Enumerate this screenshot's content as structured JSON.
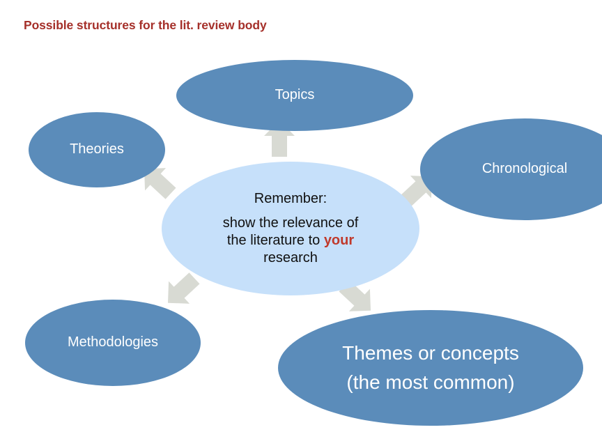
{
  "slide": {
    "title": "Possible structures for the lit. review body",
    "title_color": "#A5302A",
    "background_color": "#FFFFFF"
  },
  "palette": {
    "node_blue": "#5B8CBA",
    "node_center_blue": "#C6E0FA",
    "arrow_grey": "#D8DAD3",
    "node_text": "#FFFFFF",
    "center_text": "#101010",
    "emphasis_red": "#C0392B"
  },
  "center_node": {
    "name": "remember-node",
    "heading": "Remember:",
    "body_line_1": "show the relevance of",
    "body_line_2_before": "the literature to ",
    "body_line_2_emphasis": "your",
    "body_line_3": "research"
  },
  "nodes": [
    {
      "id": "topics",
      "label": "Topics"
    },
    {
      "id": "theories",
      "label": "Theories"
    },
    {
      "id": "chronological",
      "label": "Chronological"
    },
    {
      "id": "methodologies",
      "label": "Methodologies"
    },
    {
      "id": "themes",
      "label_line_1": "Themes or concepts",
      "label_line_2": "(the most common)"
    }
  ],
  "arrows": [
    {
      "id": "arrow-topics",
      "points_to": "Topics",
      "direction": "up"
    },
    {
      "id": "arrow-theories",
      "points_to": "Theories",
      "direction": "up-left"
    },
    {
      "id": "arrow-chronological",
      "points_to": "Chronological",
      "direction": "up-right"
    },
    {
      "id": "arrow-methodologies",
      "points_to": "Methodologies",
      "direction": "down-left"
    },
    {
      "id": "arrow-themes",
      "points_to": "Themes or concepts",
      "direction": "down-right"
    }
  ]
}
